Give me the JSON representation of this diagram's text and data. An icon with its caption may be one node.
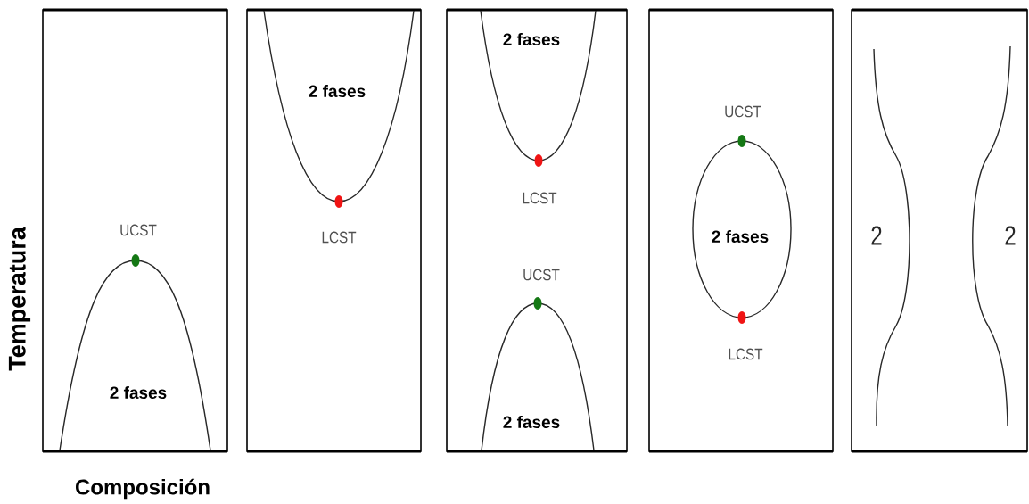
{
  "diagram": {
    "nodes": [
      {
        "text": [
          "UCST",
          "2 fases"
        ]
      },
      {
        "text": [
          "2 fases",
          "LCST"
        ]
      },
      {
        "text": [
          "2 fases",
          "LCST",
          "UCST",
          "2 fases"
        ]
      },
      {
        "text": [
          "UCST",
          "2 fases",
          "LCST"
        ]
      },
      {
        "text": [
          "2",
          "2"
        ]
      }
    ],
    "labels": [
      "Temperatura",
      "Composición"
    ]
  }
}
